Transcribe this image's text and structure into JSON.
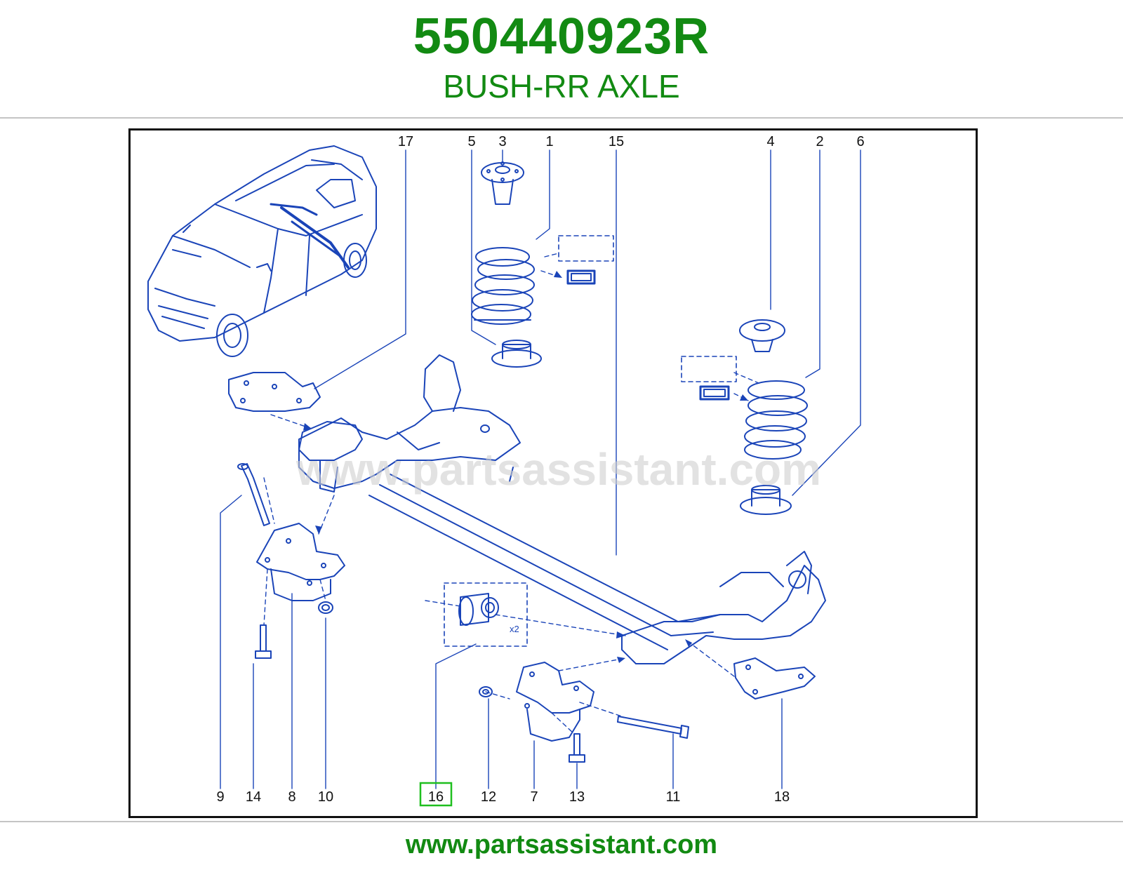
{
  "header": {
    "part_number": "550440923R",
    "part_name": "BUSH-RR AXLE"
  },
  "diagram": {
    "watermark": "www.partsassistant.com",
    "quantity_label": "x2",
    "highlighted_callout": "16",
    "callouts_top": [
      "17",
      "5",
      "3",
      "1",
      "15",
      "4",
      "2",
      "6"
    ],
    "callouts_bottom": [
      "9",
      "14",
      "8",
      "10",
      "16",
      "12",
      "7",
      "13",
      "11",
      "18"
    ]
  },
  "footer": {
    "url": "www.partsassistant.com"
  },
  "colors": {
    "brand_green": "#128a12",
    "line_blue": "#1a44b8",
    "highlight_box": "#1fbf1f"
  }
}
